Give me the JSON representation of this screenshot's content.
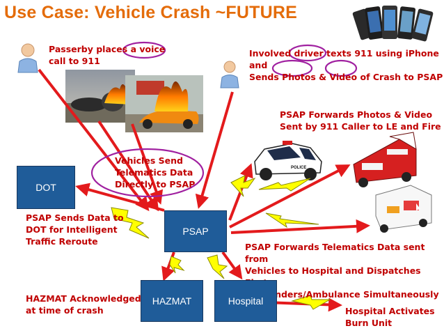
{
  "title": "Use Case: Vehicle Crash ~FUTURE",
  "captions": {
    "passerby_line1": "Passerby places a voice",
    "passerby_line2": "call to 911",
    "driver_line1": "Involved driver texts 911 using iPhone and",
    "driver_line2": "Sends Photos & Video of Crash to PSAP",
    "psap_forwards_line1": "PSAP Forwards  Photos & Video",
    "psap_forwards_line2": "Sent by 911 Caller to LE and Fire",
    "vehicles_line1": "Vehicles Send",
    "vehicles_line2": "Telematics Data",
    "vehicles_line3": "Directly to PSAP",
    "dot_data_line1": "PSAP Sends Data to",
    "dot_data_line2": "DOT for Intelligent",
    "dot_data_line3": "Traffic Reroute",
    "telematics_line1": "PSAP Forwards Telematics Data sent from",
    "telematics_line2": "Vehicles to Hospital and Dispatches First",
    "telematics_line3": "Responders/Ambulance Simultaneously",
    "hazmat_ack_line1": "HAZMAT Acknowledged",
    "hazmat_ack_line2": "at time of crash",
    "burn_line1": "Hospital Activates",
    "burn_line2": "Burn Unit"
  },
  "nodes": {
    "dot": "DOT",
    "psap": "PSAP",
    "hazmat": "HAZMAT",
    "hospital": "Hospital"
  },
  "vehicle_labels": {
    "police": "POLICE"
  },
  "colors": {
    "title": "#e46c0a",
    "caption": "#c00000",
    "box": "#1f5c99",
    "arrow": "#e31a1c",
    "highlight": "#a020a0",
    "lightning": "#ffff00"
  },
  "icons": [
    "person-icon",
    "smartphones-icon",
    "crash-photo",
    "police-car-icon",
    "fire-truck-icon",
    "ambulance-icon",
    "lightning-bolt-icon"
  ]
}
